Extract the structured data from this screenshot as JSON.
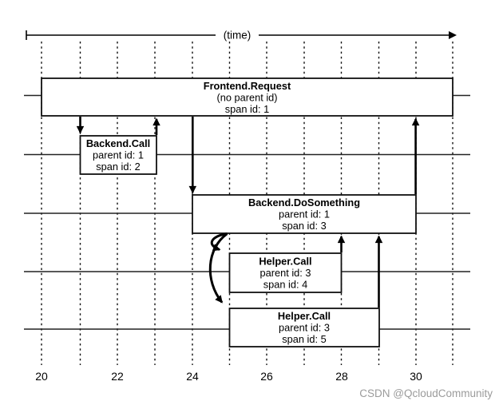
{
  "diagram": {
    "time_axis_label": "(time)",
    "axis_ticks": [
      "20",
      "22",
      "24",
      "26",
      "28",
      "30"
    ],
    "axis_range": [
      20,
      31
    ],
    "spans": [
      {
        "title": "Frontend.Request",
        "line2": "(no parent id)",
        "line3": "span id: 1",
        "start": 20,
        "end": 31,
        "lane": 1
      },
      {
        "title": "Backend.Call",
        "line2": "parent id: 1",
        "line3": "span id: 2",
        "start": 21,
        "end": 23,
        "lane": 2
      },
      {
        "title": "Backend.DoSomething",
        "line2": "parent id: 1",
        "line3": "span id: 3",
        "start": 24,
        "end": 30,
        "lane": 3
      },
      {
        "title": "Helper.Call",
        "line2": "parent id: 3",
        "line3": "span id: 4",
        "start": 25,
        "end": 28,
        "lane": 4
      },
      {
        "title": "Helper.Call",
        "line2": "parent id: 3",
        "line3": "span id: 5",
        "start": 25,
        "end": 29,
        "lane": 5
      }
    ],
    "colors": {
      "line": "#000000",
      "box_fill": "#ffffff",
      "watermark_text": "#9b9b9b"
    }
  },
  "watermark": {
    "text": "CSDN @QcloudCommunity"
  }
}
